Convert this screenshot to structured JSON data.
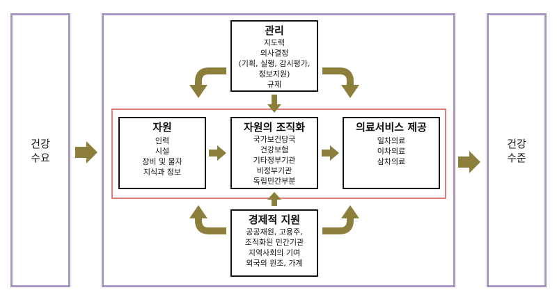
{
  "left_label": [
    "건강",
    "수요"
  ],
  "right_label": [
    "건강",
    "수준"
  ],
  "management": {
    "title": "관리",
    "items": [
      "지도력",
      "의사결정",
      "(기획, 실행, 감시평가,",
      "정보지원)",
      "규제"
    ]
  },
  "resources": {
    "title": "자원",
    "items": [
      "인력",
      "시설",
      "장비 및 물자",
      "지식과 정보"
    ]
  },
  "organization": {
    "title": "자원의 조직화",
    "items": [
      "국가보건당국",
      "건강보험",
      "기타정부기관",
      "비정부기관",
      "독립민간부분"
    ]
  },
  "services": {
    "title": "의료서비스 제공",
    "items": [
      "일차의료",
      "이차의료",
      "삼차의료"
    ]
  },
  "economic": {
    "title": "경제적 지원",
    "items": [
      "공공재원, 고용주,",
      "조직화된 민간기관",
      "지역사회의 기여",
      "외국의 원조, 가계"
    ]
  },
  "colors": {
    "outer_border": "#a797c4",
    "inner_frame": "#e07a78",
    "arrow": "#8c7f3c"
  }
}
